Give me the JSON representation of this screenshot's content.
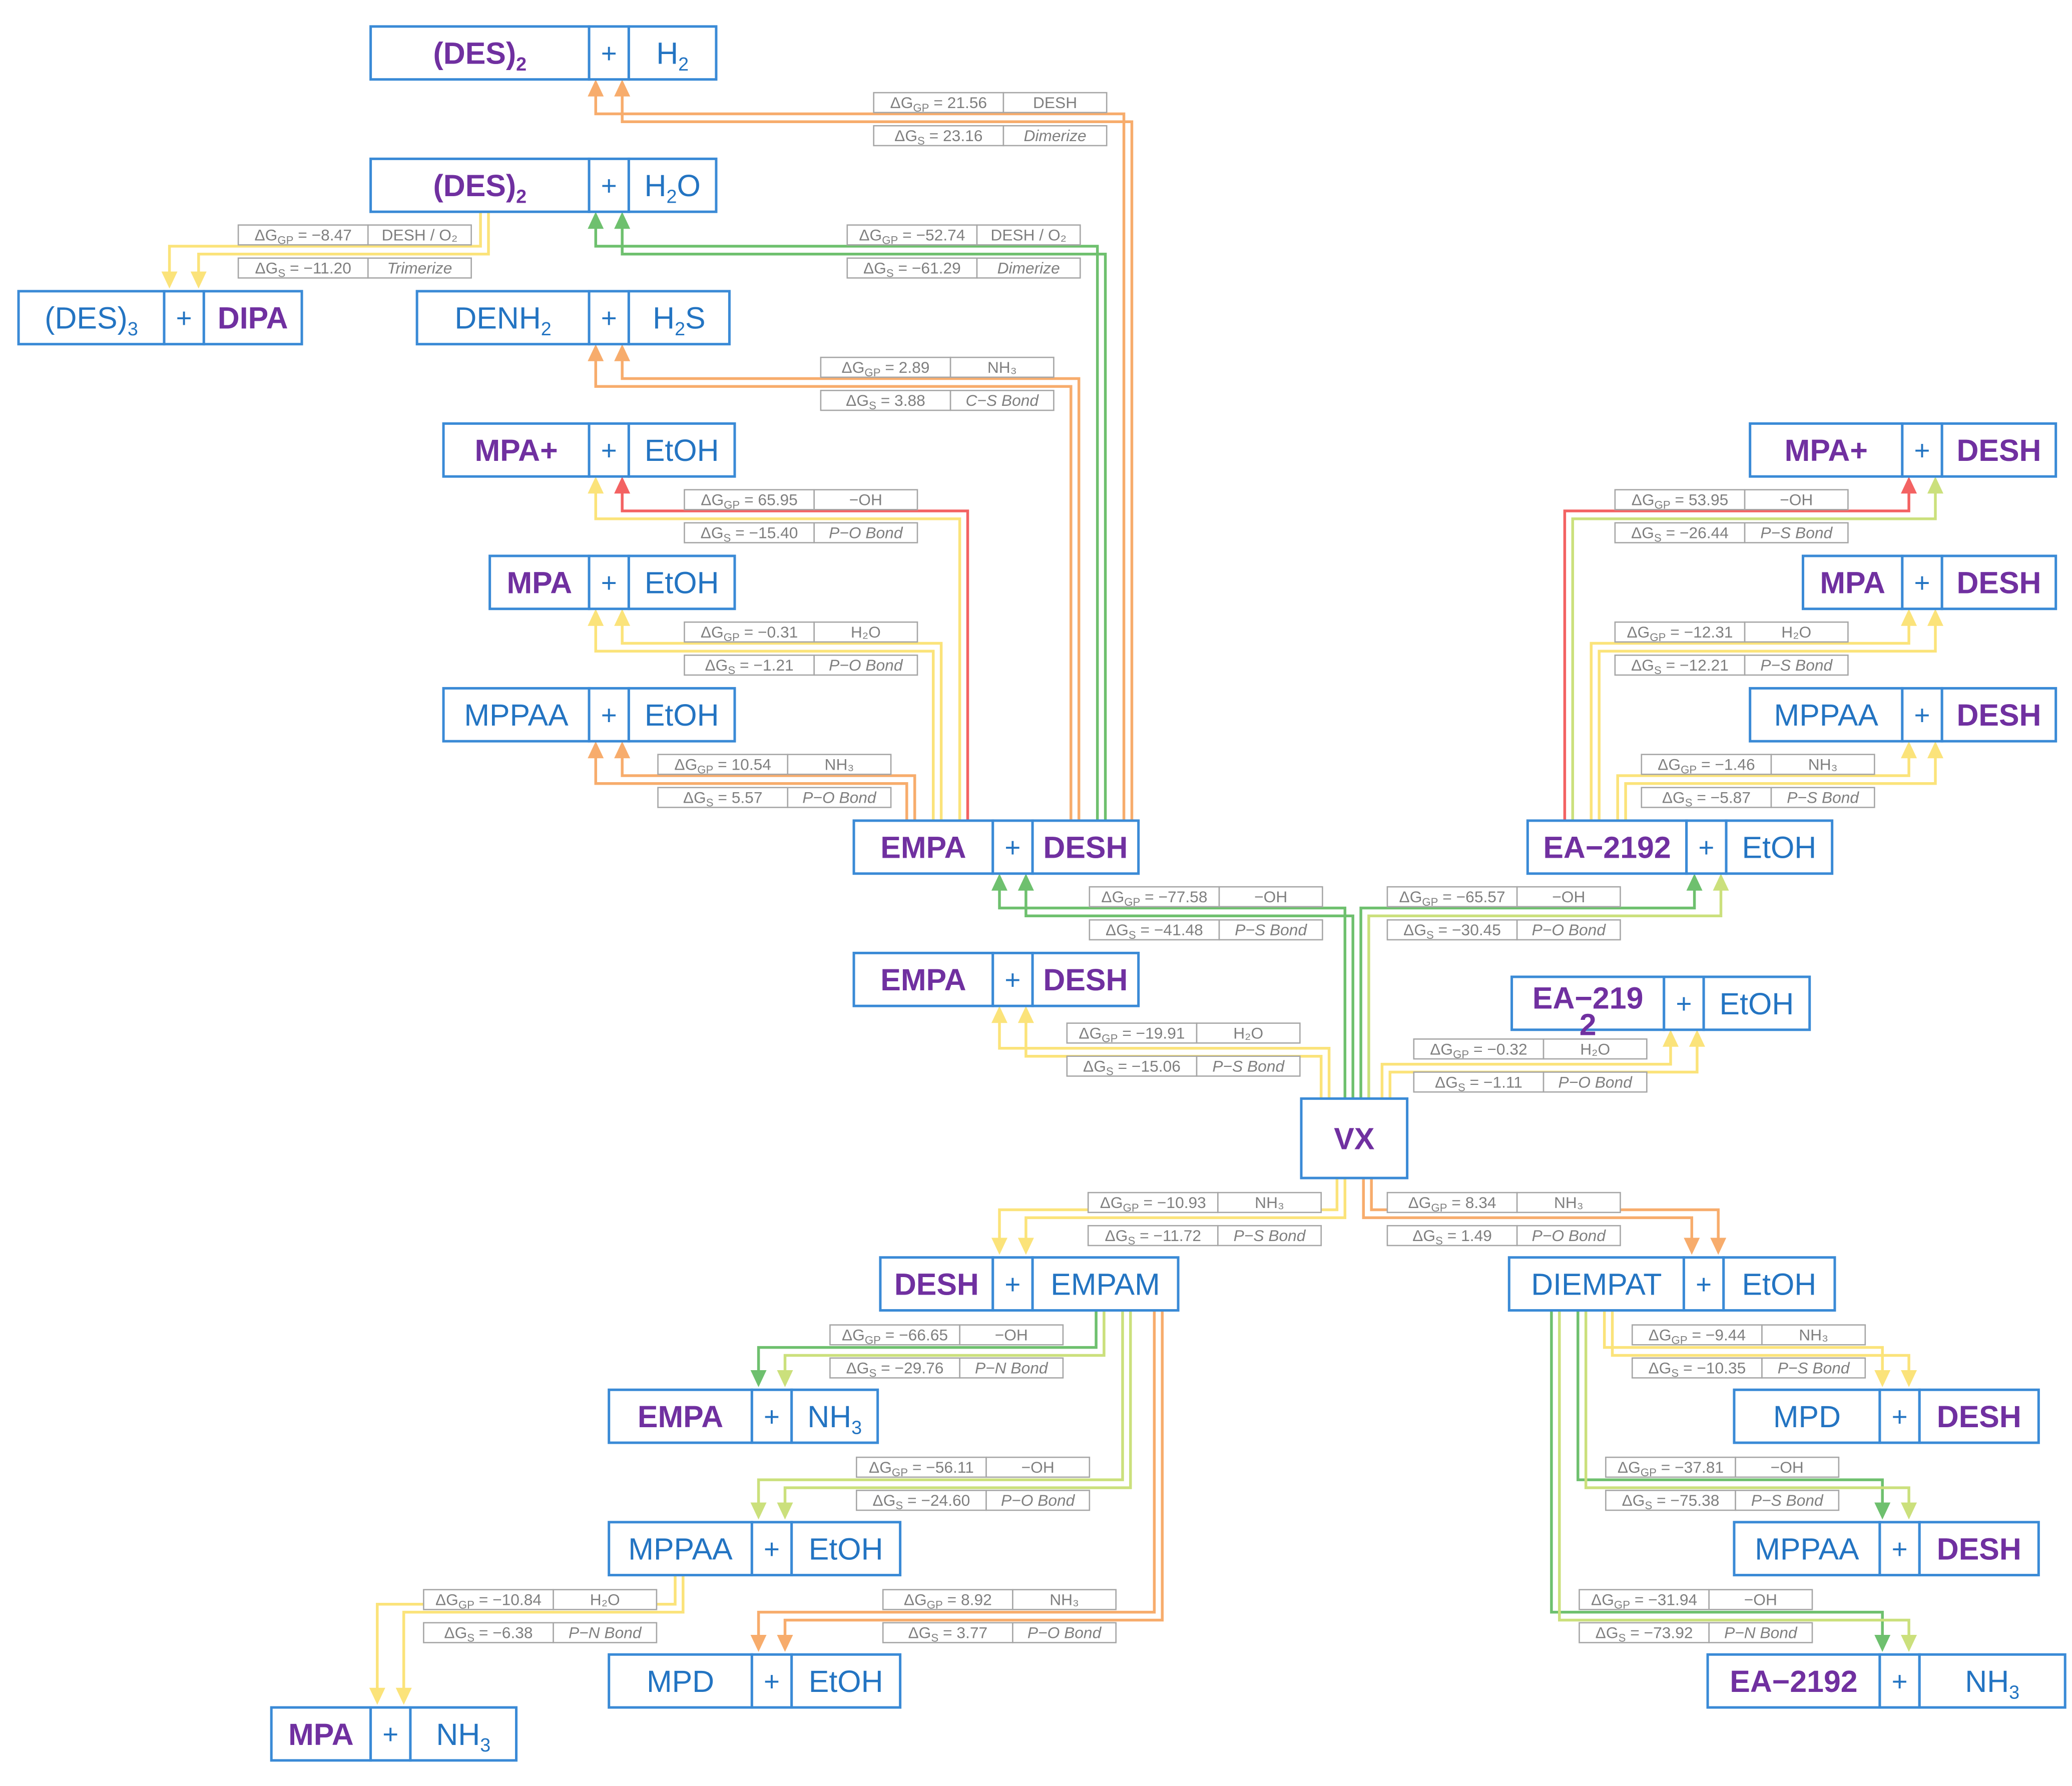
{
  "colors": {
    "border": "#3a8ad6",
    "text_blue": "#2374c2",
    "text_purple": "#7030a0",
    "red": "#f36262",
    "orange": "#f7ac6c",
    "yellow": "#fbe37a",
    "lime": "#cbe07c",
    "green": "#6ec06e",
    "annot_border": "#a6a6a6",
    "annot_text": "#7f7f7f"
  },
  "nodes": [
    {
      "id": "des2-h2",
      "parts": [
        {
          "text": "(DES)",
          "sub": "2",
          "style": "purple"
        },
        {
          "text": "+",
          "style": "plus"
        },
        {
          "text": "H",
          "sub": "2",
          "style": "blue"
        }
      ]
    },
    {
      "id": "des2-h2o",
      "parts": [
        {
          "text": "(DES)",
          "sub": "2",
          "style": "purple"
        },
        {
          "text": "+",
          "style": "plus"
        },
        {
          "text": "H",
          "sub": "2",
          "tail": "O",
          "style": "blue"
        }
      ]
    },
    {
      "id": "des3-dipa",
      "parts": [
        {
          "text": "(DES)",
          "sub": "3",
          "style": "blue"
        },
        {
          "text": "+",
          "style": "plus"
        },
        {
          "text": "DIPA",
          "style": "purple"
        }
      ]
    },
    {
      "id": "denh2-h2s",
      "parts": [
        {
          "text": "DENH",
          "sub": "2",
          "style": "blue"
        },
        {
          "text": "+",
          "style": "plus"
        },
        {
          "text": "H",
          "sub": "2",
          "tail": "S",
          "style": "blue"
        }
      ]
    },
    {
      "id": "mpaplus-etoh",
      "parts": [
        {
          "text": "MPA+",
          "style": "purple"
        },
        {
          "text": "+",
          "style": "plus"
        },
        {
          "text": "EtOH",
          "style": "blue"
        }
      ]
    },
    {
      "id": "mpa-etoh",
      "parts": [
        {
          "text": "MPA",
          "style": "purple"
        },
        {
          "text": "+",
          "style": "plus"
        },
        {
          "text": "EtOH",
          "style": "blue"
        }
      ]
    },
    {
      "id": "mppaa-etoh-top",
      "parts": [
        {
          "text": "MPPAA",
          "style": "blue"
        },
        {
          "text": "+",
          "style": "plus"
        },
        {
          "text": "EtOH",
          "style": "blue"
        }
      ]
    },
    {
      "id": "empa-desh",
      "parts": [
        {
          "text": "EMPA",
          "style": "purple"
        },
        {
          "text": "+",
          "style": "plus"
        },
        {
          "text": "DESH",
          "style": "purple"
        }
      ]
    },
    {
      "id": "empa-desh-2",
      "parts": [
        {
          "text": "EMPA",
          "style": "purple"
        },
        {
          "text": "+",
          "style": "plus"
        },
        {
          "text": "DESH",
          "style": "purple"
        }
      ]
    },
    {
      "id": "mpaplus-desh",
      "parts": [
        {
          "text": "MPA+",
          "style": "purple"
        },
        {
          "text": "+",
          "style": "plus"
        },
        {
          "text": "DESH",
          "style": "purple"
        }
      ]
    },
    {
      "id": "mpa-desh",
      "parts": [
        {
          "text": "MPA",
          "style": "purple"
        },
        {
          "text": "+",
          "style": "plus"
        },
        {
          "text": "DESH",
          "style": "purple"
        }
      ]
    },
    {
      "id": "mppaa-desh-top",
      "parts": [
        {
          "text": "MPPAA",
          "style": "blue"
        },
        {
          "text": "+",
          "style": "plus"
        },
        {
          "text": "DESH",
          "style": "purple"
        }
      ]
    },
    {
      "id": "ea2192-etoh",
      "parts": [
        {
          "text": "EA−2192",
          "style": "purple"
        },
        {
          "text": "+",
          "style": "plus"
        },
        {
          "text": "EtOH",
          "style": "blue"
        }
      ]
    },
    {
      "id": "ea2192-etoh-2",
      "parts": [
        {
          "text": "EA−219",
          "line2": "2",
          "style": "purple"
        },
        {
          "text": "+",
          "style": "plus"
        },
        {
          "text": "EtOH",
          "style": "blue"
        }
      ]
    },
    {
      "id": "vx",
      "parts": [
        {
          "text": "VX",
          "style": "purple"
        }
      ]
    },
    {
      "id": "desh-empam",
      "parts": [
        {
          "text": "DESH",
          "style": "purple"
        },
        {
          "text": "+",
          "style": "plus"
        },
        {
          "text": "EMPAM",
          "style": "blue"
        }
      ]
    },
    {
      "id": "diempat-etoh",
      "parts": [
        {
          "text": "DIEMPAT",
          "style": "blue"
        },
        {
          "text": "+",
          "style": "plus"
        },
        {
          "text": "EtOH",
          "style": "blue"
        }
      ]
    },
    {
      "id": "empa-nh3",
      "parts": [
        {
          "text": "EMPA",
          "style": "purple"
        },
        {
          "text": "+",
          "style": "plus"
        },
        {
          "text": "NH",
          "sub": "3",
          "style": "blue"
        }
      ]
    },
    {
      "id": "mppaa-etoh-bottom",
      "parts": [
        {
          "text": "MPPAA",
          "style": "blue"
        },
        {
          "text": "+",
          "style": "plus"
        },
        {
          "text": "EtOH",
          "style": "blue"
        }
      ]
    },
    {
      "id": "mpd-etoh",
      "parts": [
        {
          "text": "MPD",
          "style": "blue"
        },
        {
          "text": "+",
          "style": "plus"
        },
        {
          "text": "EtOH",
          "style": "blue"
        }
      ]
    },
    {
      "id": "mpa-nh3",
      "parts": [
        {
          "text": "MPA",
          "style": "purple"
        },
        {
          "text": "+",
          "style": "plus"
        },
        {
          "text": "NH",
          "sub": "3",
          "style": "blue"
        }
      ]
    },
    {
      "id": "mpd-desh",
      "parts": [
        {
          "text": "MPD",
          "style": "blue"
        },
        {
          "text": "+",
          "style": "plus"
        },
        {
          "text": "DESH",
          "style": "purple"
        }
      ]
    },
    {
      "id": "mppaa-desh-bottom",
      "parts": [
        {
          "text": "MPPAA",
          "style": "blue"
        },
        {
          "text": "+",
          "style": "plus"
        },
        {
          "text": "DESH",
          "style": "purple"
        }
      ]
    },
    {
      "id": "ea2192-nh3",
      "parts": [
        {
          "text": "EA−2192",
          "style": "purple"
        },
        {
          "text": "+",
          "style": "plus"
        },
        {
          "text": "NH",
          "sub": "3",
          "style": "blue"
        }
      ]
    }
  ],
  "annotations": [
    {
      "id": "des2-h2",
      "gp": "ΔG",
      "gp_sub": "GP",
      "gp_val": " = 21.56",
      "reagent": "DESH",
      "gs": "ΔG",
      "gs_sub": "S",
      "gs_val": " = 23.16",
      "bond": "Dimerize"
    },
    {
      "id": "des2-h2o",
      "gp": "ΔG",
      "gp_sub": "GP",
      "gp_val": " = −52.74",
      "reagent": "DESH / O₂",
      "gs": "ΔG",
      "gs_sub": "S",
      "gs_val": " = −61.29",
      "bond": "Dimerize"
    },
    {
      "id": "des3-dipa",
      "gp": "ΔG",
      "gp_sub": "GP",
      "gp_val": " = −8.47",
      "reagent": "DESH / O₂",
      "gs": "ΔG",
      "gs_sub": "S",
      "gs_val": " = −11.20",
      "bond": "Trimerize"
    },
    {
      "id": "denh2-h2s",
      "gp": "ΔG",
      "gp_sub": "GP",
      "gp_val": " = 2.89",
      "reagent": "NH₃",
      "gs": "ΔG",
      "gs_sub": "S",
      "gs_val": " = 3.88",
      "bond": "C−S Bond"
    },
    {
      "id": "mpaplus-etoh",
      "gp": "ΔG",
      "gp_sub": "GP",
      "gp_val": " = 65.95",
      "reagent": "−OH",
      "gs": "ΔG",
      "gs_sub": "S",
      "gs_val": " = −15.40",
      "bond": "P−O Bond"
    },
    {
      "id": "mpa-etoh",
      "gp": "ΔG",
      "gp_sub": "GP",
      "gp_val": " = −0.31",
      "reagent": "H₂O",
      "gs": "ΔG",
      "gs_sub": "S",
      "gs_val": " = −1.21",
      "bond": "P−O Bond"
    },
    {
      "id": "mppaa-etoh-top",
      "gp": "ΔG",
      "gp_sub": "GP",
      "gp_val": " = 10.54",
      "reagent": "NH₃",
      "gs": "ΔG",
      "gs_sub": "S",
      "gs_val": " = 5.57",
      "bond": "P−O Bond"
    },
    {
      "id": "mpaplus-desh",
      "gp": "ΔG",
      "gp_sub": "GP",
      "gp_val": " = 53.95",
      "reagent": "−OH",
      "gs": "ΔG",
      "gs_sub": "S",
      "gs_val": " = −26.44",
      "bond": "P−S Bond"
    },
    {
      "id": "mpa-desh",
      "gp": "ΔG",
      "gp_sub": "GP",
      "gp_val": " = −12.31",
      "reagent": "H₂O",
      "gs": "ΔG",
      "gs_sub": "S",
      "gs_val": " = −12.21",
      "bond": "P−S Bond"
    },
    {
      "id": "mppaa-desh-top",
      "gp": "ΔG",
      "gp_sub": "GP",
      "gp_val": " = −1.46",
      "reagent": "NH₃",
      "gs": "ΔG",
      "gs_sub": "S",
      "gs_val": " = −5.87",
      "bond": "P−S Bond"
    },
    {
      "id": "empa-desh",
      "gp": "ΔG",
      "gp_sub": "GP",
      "gp_val": " = −77.58",
      "reagent": "−OH",
      "gs": "ΔG",
      "gs_sub": "S",
      "gs_val": " = −41.48",
      "bond": "P−S Bond"
    },
    {
      "id": "ea2192-etoh",
      "gp": "ΔG",
      "gp_sub": "GP",
      "gp_val": " = −65.57",
      "reagent": "−OH",
      "gs": "ΔG",
      "gs_sub": "S",
      "gs_val": " = −30.45",
      "bond": "P−O Bond"
    },
    {
      "id": "empa-desh-2",
      "gp": "ΔG",
      "gp_sub": "GP",
      "gp_val": " = −19.91",
      "reagent": "H₂O",
      "gs": "ΔG",
      "gs_sub": "S",
      "gs_val": " = −15.06",
      "bond": "P−S Bond"
    },
    {
      "id": "ea2192-etoh-2",
      "gp": "ΔG",
      "gp_sub": "GP",
      "gp_val": " = −0.32",
      "reagent": "H₂O",
      "gs": "ΔG",
      "gs_sub": "S",
      "gs_val": " = −1.11",
      "bond": "P−O Bond"
    },
    {
      "id": "desh-empam",
      "gp": "ΔG",
      "gp_sub": "GP",
      "gp_val": " = −10.93",
      "reagent": "NH₃",
      "gs": "ΔG",
      "gs_sub": "S",
      "gs_val": " = −11.72",
      "bond": "P−S Bond"
    },
    {
      "id": "diempat-etoh",
      "gp": "ΔG",
      "gp_sub": "GP",
      "gp_val": " = 8.34",
      "reagent": "NH₃",
      "gs": "ΔG",
      "gs_sub": "S",
      "gs_val": " = 1.49",
      "bond": "P−O Bond"
    },
    {
      "id": "empa-nh3",
      "gp": "ΔG",
      "gp_sub": "GP",
      "gp_val": " = −66.65",
      "reagent": "−OH",
      "gs": "ΔG",
      "gs_sub": "S",
      "gs_val": " = −29.76",
      "bond": "P−N Bond"
    },
    {
      "id": "mppaa-etoh-bottom",
      "gp": "ΔG",
      "gp_sub": "GP",
      "gp_val": " = −56.11",
      "reagent": "−OH",
      "gs": "ΔG",
      "gs_sub": "S",
      "gs_val": " = −24.60",
      "bond": "P−O Bond"
    },
    {
      "id": "mpa-nh3",
      "gp": "ΔG",
      "gp_sub": "GP",
      "gp_val": " = −10.84",
      "reagent": "H₂O",
      "gs": "ΔG",
      "gs_sub": "S",
      "gs_val": " = −6.38",
      "bond": "P−N Bond"
    },
    {
      "id": "mpd-etoh",
      "gp": "ΔG",
      "gp_sub": "GP",
      "gp_val": " = 8.92",
      "reagent": "NH₃",
      "gs": "ΔG",
      "gs_sub": "S",
      "gs_val": " = 3.77",
      "bond": "P−O Bond"
    },
    {
      "id": "mpd-desh",
      "gp": "ΔG",
      "gp_sub": "GP",
      "gp_val": " = −9.44",
      "reagent": "NH₃",
      "gs": "ΔG",
      "gs_sub": "S",
      "gs_val": " = −10.35",
      "bond": "P−S Bond"
    },
    {
      "id": "mppaa-desh-bottom",
      "gp": "ΔG",
      "gp_sub": "GP",
      "gp_val": " = −37.81",
      "reagent": "−OH",
      "gs": "ΔG",
      "gs_sub": "S",
      "gs_val": " = −75.38",
      "bond": "P−S Bond"
    },
    {
      "id": "ea2192-nh3",
      "gp": "ΔG",
      "gp_sub": "GP",
      "gp_val": " = −31.94",
      "reagent": "−OH",
      "gs": "ΔG",
      "gs_sub": "S",
      "gs_val": " = −73.92",
      "bond": "P−N Bond"
    }
  ]
}
